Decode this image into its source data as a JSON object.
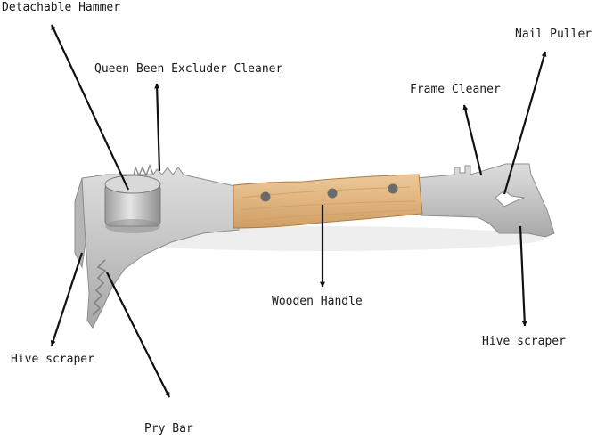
{
  "labels": {
    "detachable_hammer": "Detachable Hammer",
    "queen_excluder_cleaner": "Queen Been Excluder Cleaner",
    "frame_cleaner": "Frame Cleaner",
    "nail_puller": "Nail Puller",
    "wooden_handle": "Wooden Handle",
    "hive_scraper_right": "Hive scraper",
    "hive_scraper_left": "Hive scraper",
    "pry_bar": "Pry Bar"
  },
  "colors": {
    "steel": "#c9c9c9",
    "steel_dark": "#9a9a9a",
    "wood": "#e3bd8a",
    "wood_grain": "#c9995c",
    "rivet": "#6b6b6b",
    "arrow": "#111111"
  }
}
